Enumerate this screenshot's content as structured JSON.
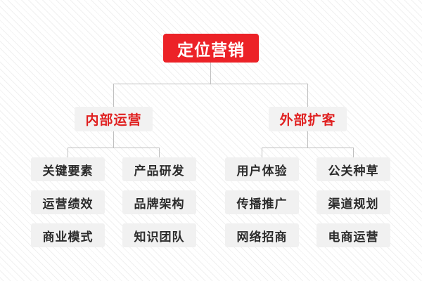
{
  "diagram": {
    "type": "org-tree",
    "background": "#fdfdfd",
    "hatch_color": "#f0f0f0",
    "line_color": "#bfbfbf",
    "root": {
      "label": "定位营销",
      "bg": "#ec2227",
      "fg": "#ffffff"
    },
    "level2": [
      {
        "label": "内部运营",
        "bg": "#f2f2f2",
        "fg": "#e02020"
      },
      {
        "label": "外部扩客",
        "bg": "#f2f2f2",
        "fg": "#e02020"
      }
    ],
    "branches": [
      {
        "parent": "内部运营",
        "columns": [
          {
            "items": [
              "关键要素",
              "运营绩效",
              "商业模式"
            ]
          },
          {
            "items": [
              "产品研发",
              "品牌架构",
              "知识团队"
            ]
          }
        ]
      },
      {
        "parent": "外部扩客",
        "columns": [
          {
            "items": [
              "用户体验",
              "传播推广",
              "网络招商"
            ]
          },
          {
            "items": [
              "公关种草",
              "渠道规划",
              "电商运营"
            ]
          }
        ]
      }
    ],
    "leaf_bg": "#f1f1f1",
    "leaf_fg": "#2b2b2b"
  }
}
